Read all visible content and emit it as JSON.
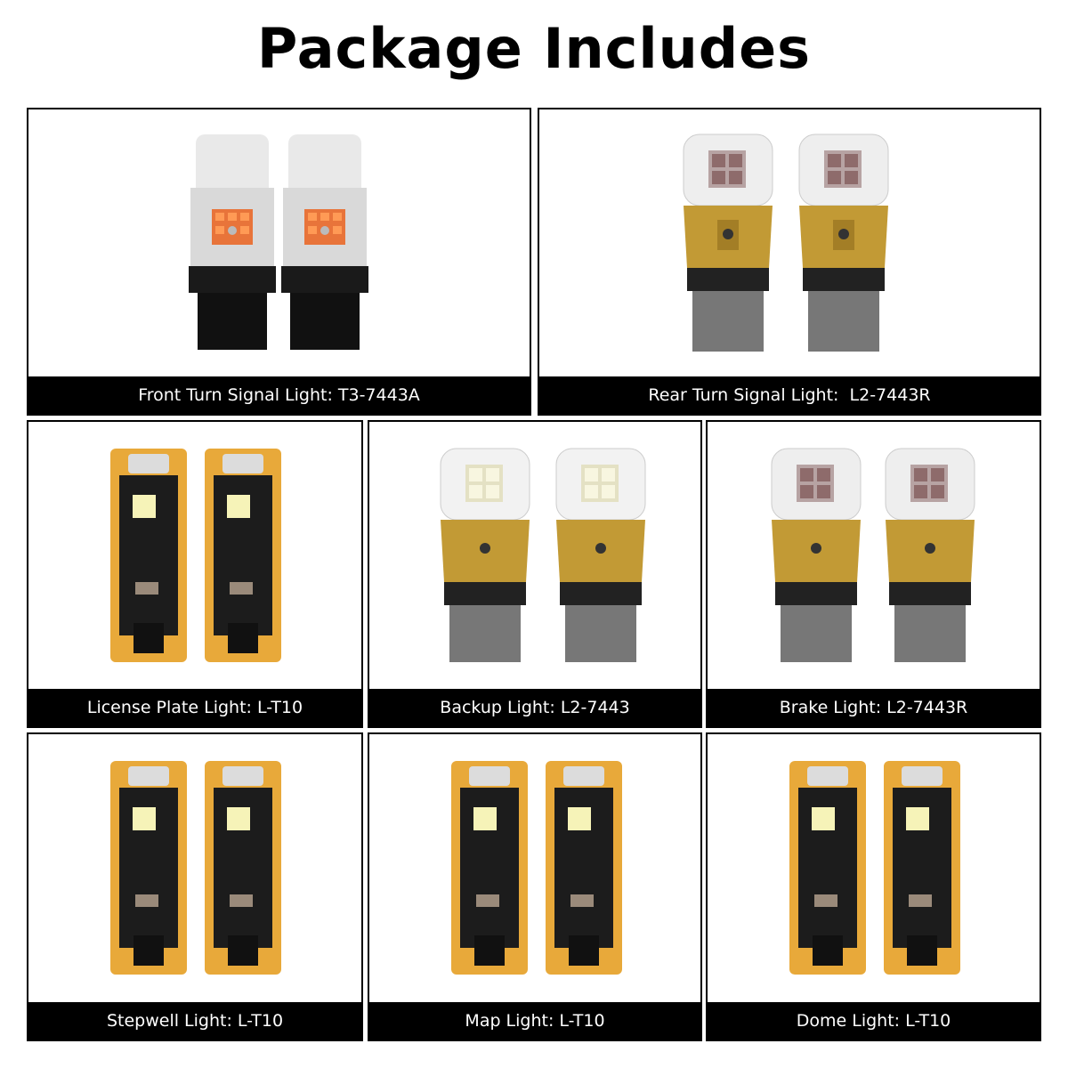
{
  "title": "Package Includes",
  "panels": [
    {
      "caption": "Front Turn Signal Light: T3-7443A",
      "bulb": "t3-7443a-bulb-icon"
    },
    {
      "caption": "Rear Turn Signal Light:  L2-7443R",
      "bulb": "l2-7443r-bulb-icon"
    },
    {
      "caption": "License Plate Light: L-T10",
      "bulb": "t10-bulb-icon"
    },
    {
      "caption": "Backup Light: L2-7443",
      "bulb": "l2-7443-bulb-icon"
    },
    {
      "caption": "Brake Light: L2-7443R",
      "bulb": "l2-7443r-bulb-icon"
    },
    {
      "caption": "Stepwell Light: L-T10",
      "bulb": "t10-bulb-icon"
    },
    {
      "caption": "Map Light: L-T10",
      "bulb": "t10-bulb-icon"
    },
    {
      "caption": "Dome Light: L-T10",
      "bulb": "t10-bulb-icon"
    }
  ],
  "colors": {
    "caption_bg": "#000000",
    "caption_text": "#ffffff",
    "gold": "#c9a23a",
    "pcb_gold": "#e8a93a",
    "amber_led": "#f07a3a",
    "red_led": "#9e6b6b",
    "white_led": "#f4f2e0"
  }
}
